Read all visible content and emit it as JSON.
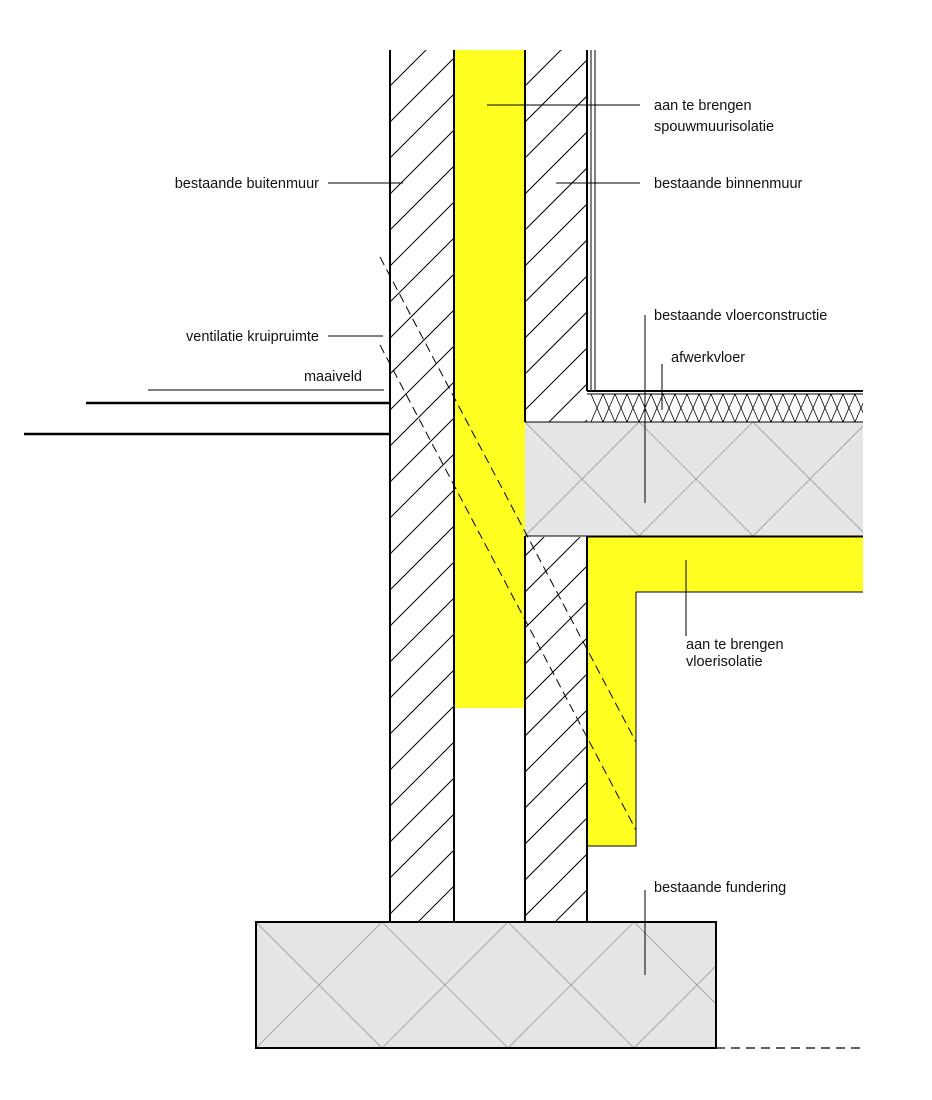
{
  "labels": {
    "cavity_insulation_line1": "aan te brengen",
    "cavity_insulation_line2": "spouwmuurisolatie",
    "outer_wall": "bestaande buitenmuur",
    "inner_wall": "bestaande binnenmuur",
    "floor_construction": "bestaande vloerconstructie",
    "finish_floor": "afwerkvloer",
    "crawlspace_ventilation": "ventilatie kruipruimte",
    "ground_level": "maaiveld",
    "floor_insulation_line1": "aan te brengen",
    "floor_insulation_line2": "vloerisolatie",
    "foundation": "bestaande fundering"
  },
  "colors": {
    "insulation": "#ffff22",
    "concrete": "#e5e5e5",
    "line": "#000000",
    "background": "#ffffff"
  }
}
